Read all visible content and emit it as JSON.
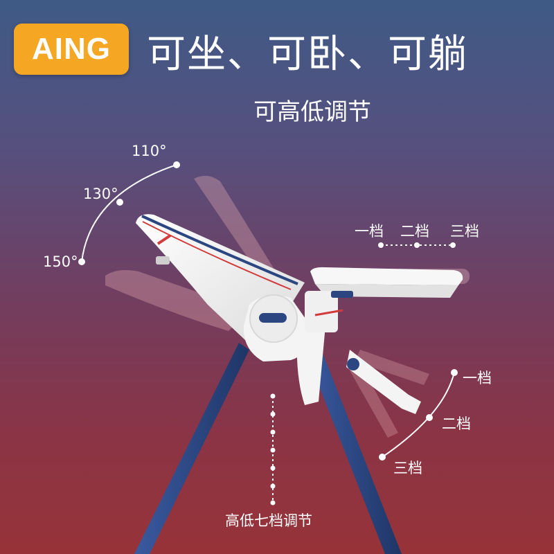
{
  "brand": {
    "logo_text": "AING",
    "color": "#f5a623"
  },
  "headline": "可坐、可卧、可躺",
  "subheadline": "可高低调节",
  "recline_angles": [
    "110°",
    "130°",
    "150°"
  ],
  "tray_positions": [
    "一档",
    "二档",
    "三档"
  ],
  "footrest_positions": [
    "一档",
    "二档",
    "三档"
  ],
  "height_label": "高低七档调节",
  "colors": {
    "frame": "#2b4680",
    "seat_white": "#f4f4f4",
    "accent_red": "#d23b3b"
  }
}
